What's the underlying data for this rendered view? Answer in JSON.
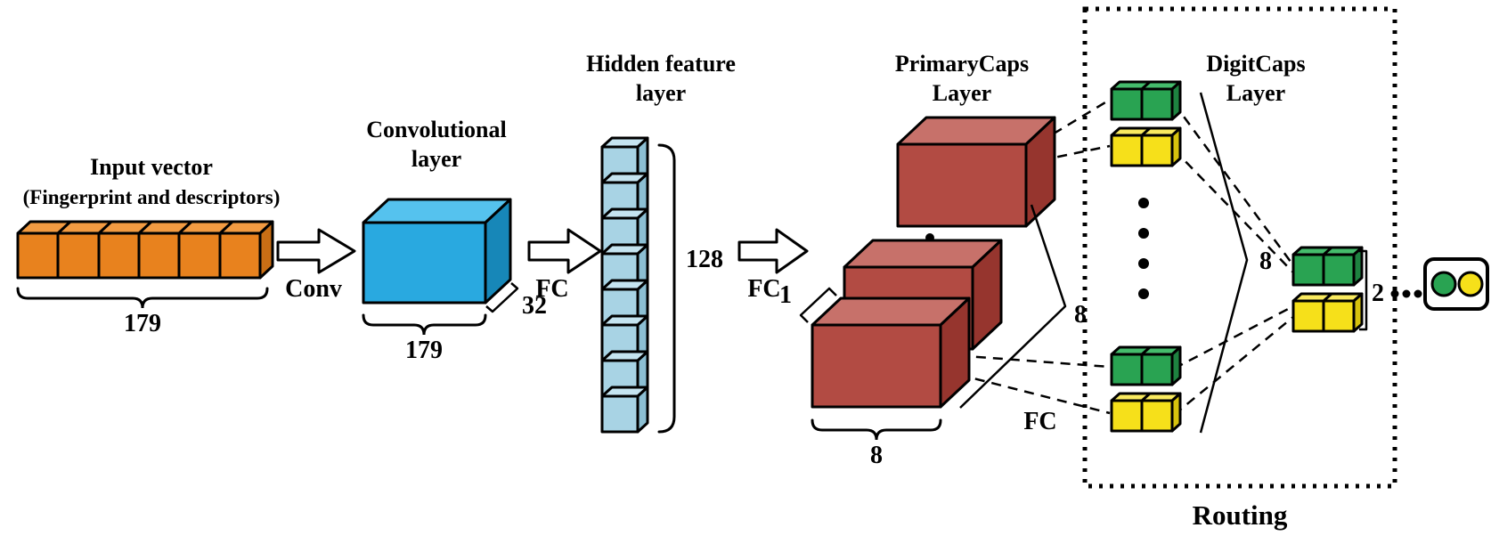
{
  "colors": {
    "outline": "#000000",
    "orange_front": "#E8821E",
    "orange_top": "#F29B42",
    "orange_side": "#C96E15",
    "blue_front": "#29A9E0",
    "blue_top": "#55C2EE",
    "blue_side": "#1787B8",
    "hidden_front": "#A8D3E4",
    "hidden_top": "#C5E4F0",
    "hidden_side": "#8CBFD3",
    "maroon_front": "#B24B43",
    "maroon_top": "#C7716A",
    "maroon_side": "#96352E",
    "green_front": "#29A352",
    "green_top": "#45BC6C",
    "green_side": "#1E8240",
    "yellow_front": "#F6E01A",
    "yellow_top": "#F9EA60",
    "yellow_side": "#D6C20D"
  },
  "input": {
    "label1": "Input vector",
    "label2": "(Fingerprint and descriptors)",
    "dim": "179"
  },
  "conv_arrow": {
    "label": "Conv"
  },
  "conv_layer": {
    "label1": "Convolutional",
    "label2": "layer",
    "dim": "179",
    "depth": "32"
  },
  "fc1_arrow": {
    "label": "FC"
  },
  "hidden_layer": {
    "label1": "Hidden feature",
    "label2": "layer",
    "dim": "128"
  },
  "fc2_arrow": {
    "label": "FC"
  },
  "primary_caps": {
    "label1": "PrimaryCaps",
    "label2": "Layer",
    "depth": "1",
    "width": "8",
    "maps": "8",
    "fc": "FC"
  },
  "digit_caps": {
    "label1": "DigitCaps",
    "label2": "Layer",
    "count": "8",
    "out": "2"
  },
  "routing": {
    "label": "Routing"
  }
}
